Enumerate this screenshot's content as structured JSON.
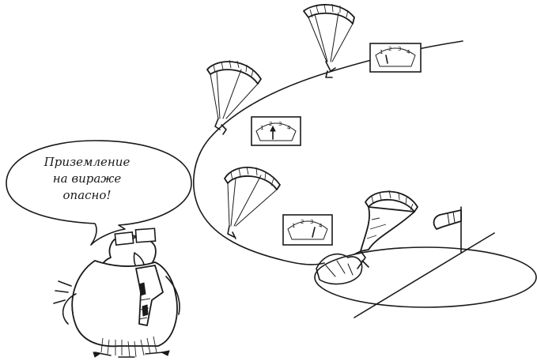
{
  "speech_bubble": {
    "line1": "Приземление",
    "line2": "на вираже",
    "line3": "опасно!"
  },
  "gauges": [
    {
      "digits": [
        "1",
        "2",
        "3",
        "4"
      ]
    },
    {
      "digits": [
        "1",
        "2",
        "3",
        "4"
      ]
    },
    {
      "digits": [
        "1",
        "2",
        "3",
        "4"
      ]
    }
  ],
  "colors": {
    "ink": "#1a1a1a",
    "paper": "#ffffff"
  }
}
